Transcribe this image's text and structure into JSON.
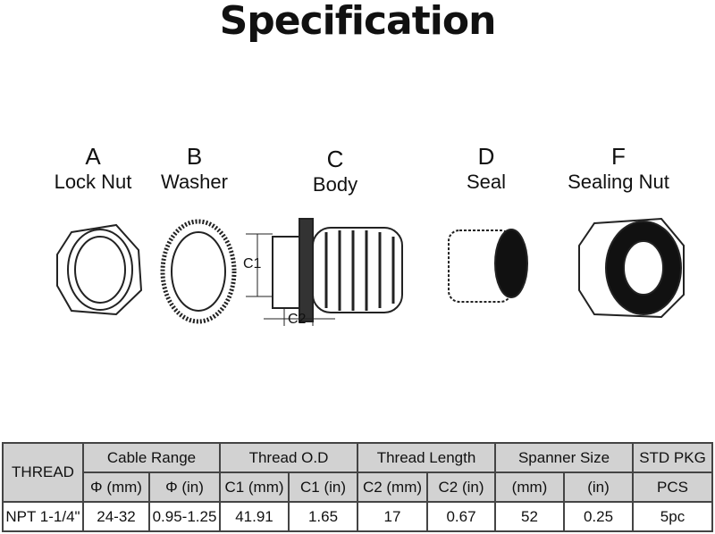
{
  "title": "Specification",
  "parts": [
    {
      "letter": "A",
      "name": "Lock Nut"
    },
    {
      "letter": "B",
      "name": "Washer"
    },
    {
      "letter": "C",
      "name": "Body"
    },
    {
      "letter": "D",
      "name": "Seal"
    },
    {
      "letter": "F",
      "name": "Sealing Nut"
    }
  ],
  "dims": {
    "c1": "C1",
    "c2": "C2"
  },
  "table": {
    "thread": "THREAD",
    "groups": [
      "Cable Range",
      "Thread O.D",
      "Thread Length",
      "Spanner Size",
      "STD PKG"
    ],
    "sub": [
      "Φ (mm)",
      "Φ (in)",
      "C1 (mm)",
      "C1 (in)",
      "C2 (mm)",
      "C2 (in)",
      "(mm)",
      "(in)",
      "PCS"
    ],
    "row": [
      "NPT 1-1/4\"",
      "24-32",
      "0.95-1.25",
      "41.91",
      "1.65",
      "17",
      "0.67",
      "52",
      "0.25",
      "5pc"
    ]
  }
}
